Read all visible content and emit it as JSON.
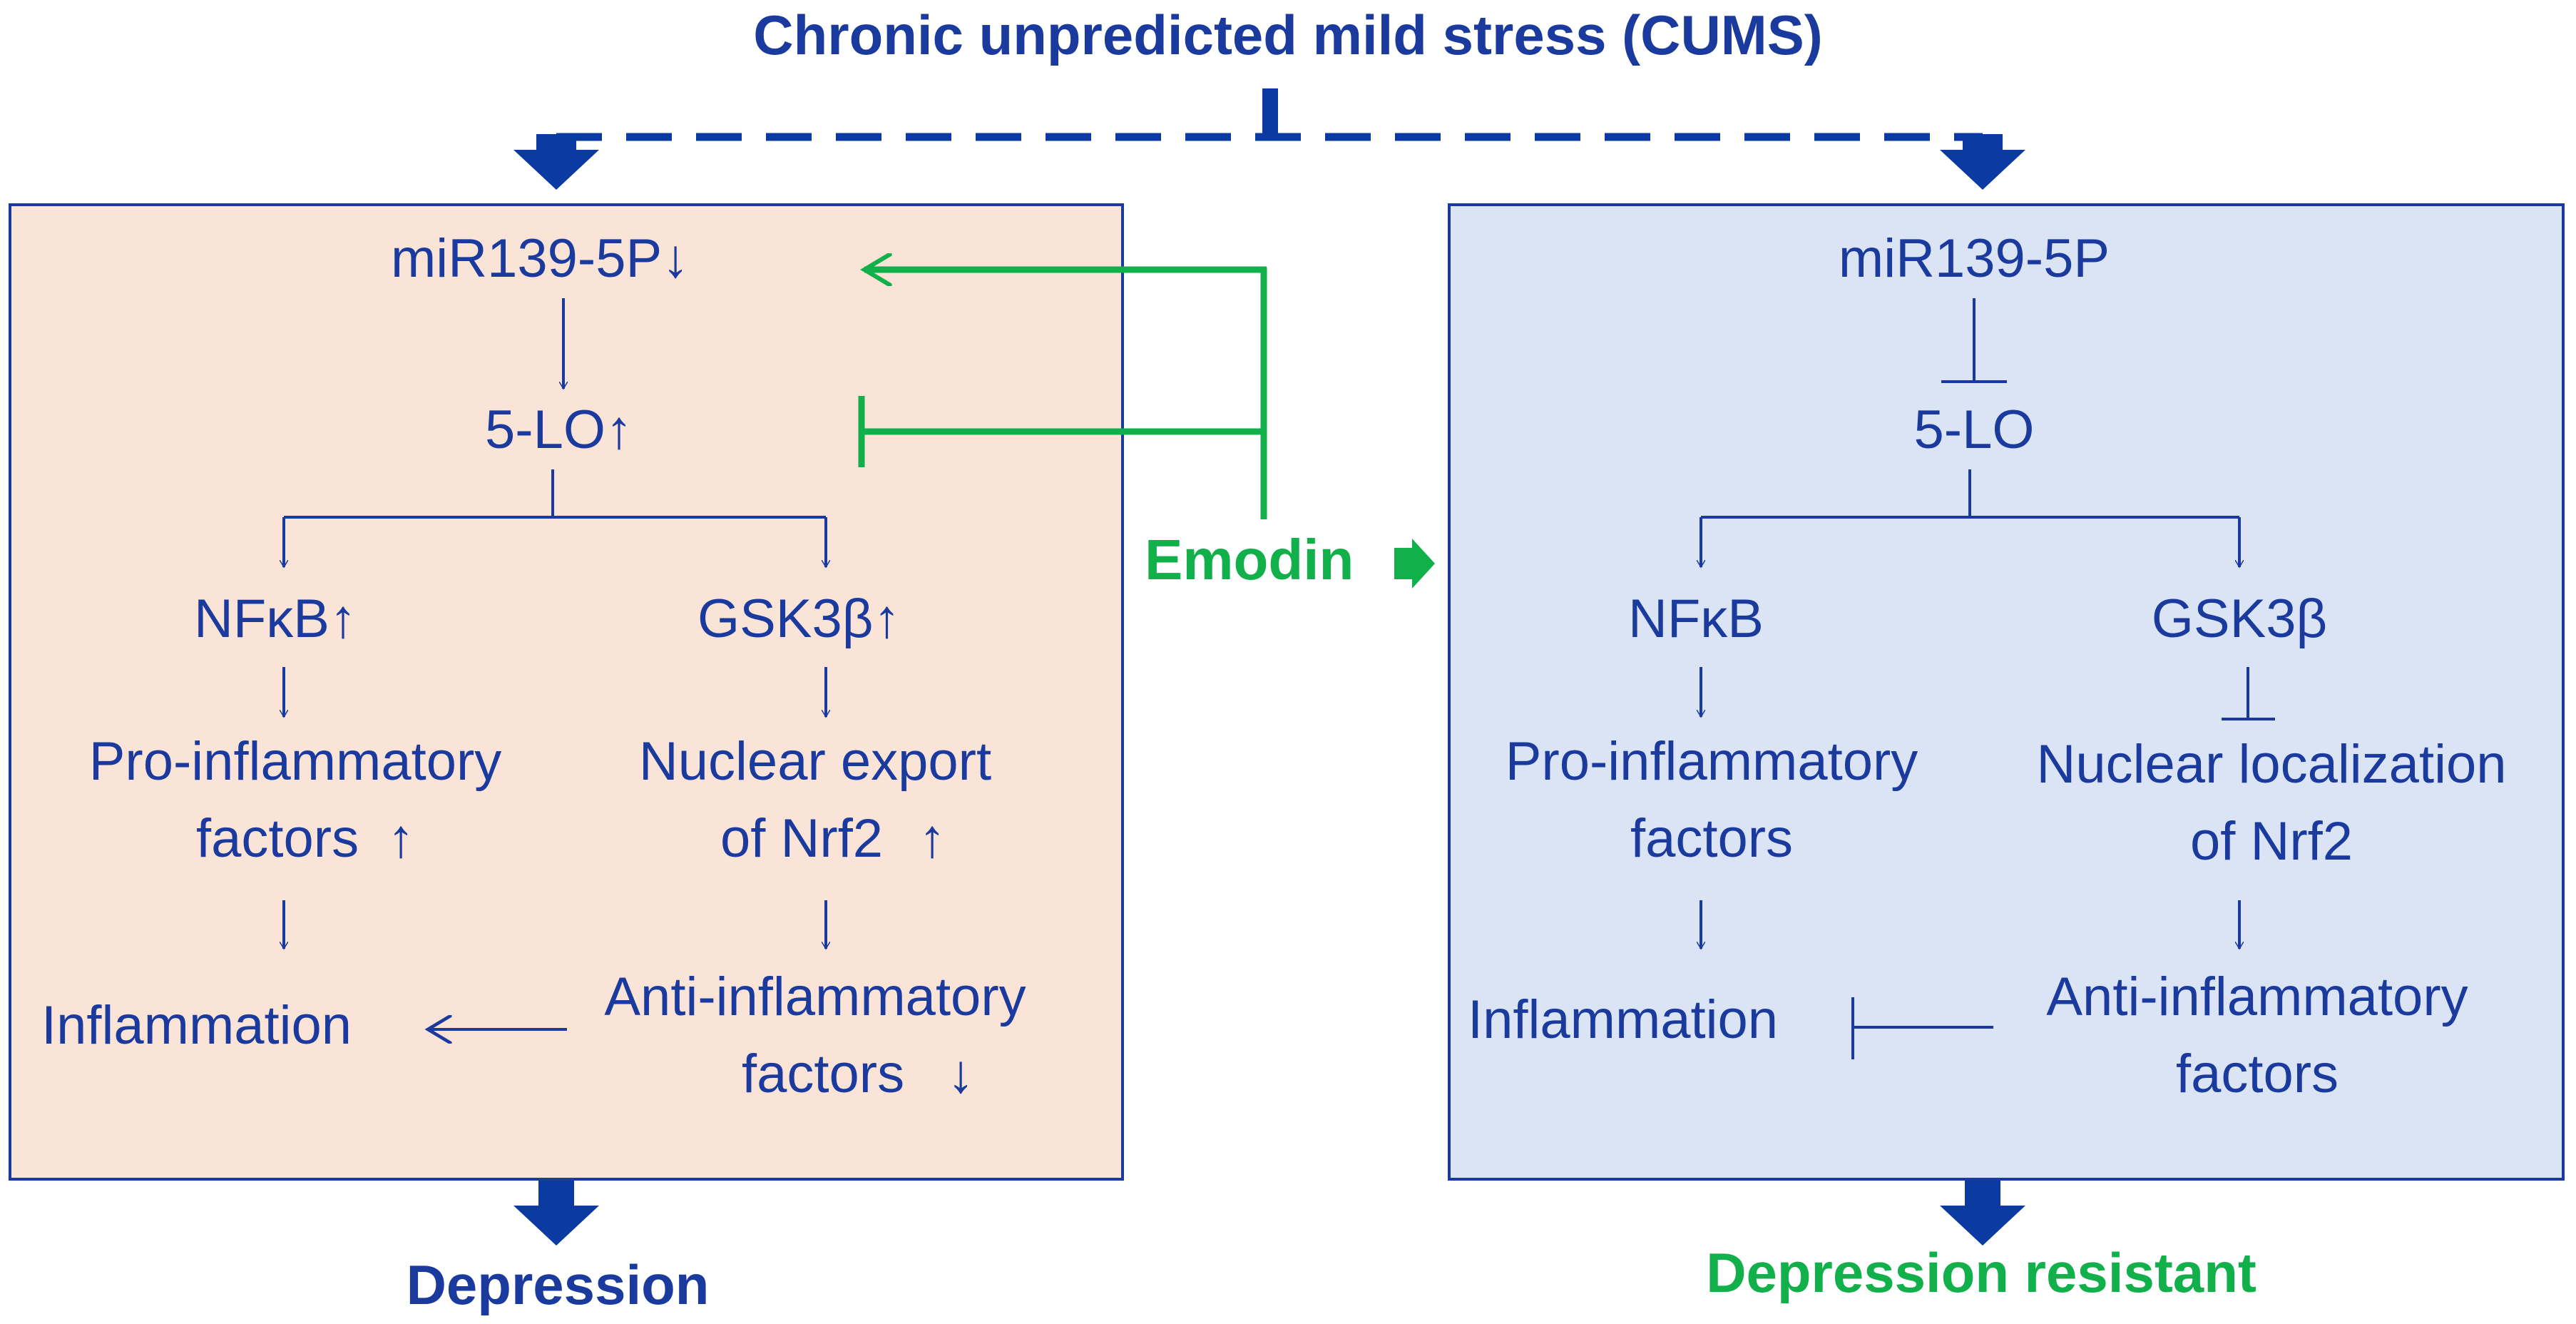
{
  "title": "Chronic unpredicted mild stress (CUMS)",
  "colors": {
    "blue": "#1a3a9e",
    "arrow_blue": "#0b3aa3",
    "green": "#12b04a",
    "left_panel_fill": "#fae4d8",
    "right_panel_fill": "#dbe4f5"
  },
  "left": {
    "mir": "miR139-5P",
    "mir_arrow": "↓",
    "lo": "5-LO",
    "lo_arrow": "↑",
    "nfkb": "NFκB",
    "nfkb_arrow": "↑",
    "gsk": "GSK3β",
    "gsk_arrow": "↑",
    "pro1": "Pro-inflammatory",
    "pro2": "factors",
    "pro_arrow": "↑",
    "nuc1": "Nuclear export",
    "nuc2": "of Nrf2",
    "nuc_arrow": "↑",
    "inflammation": "Inflammation",
    "anti1": "Anti-inflammatory",
    "anti2": "factors",
    "anti_arrow": "↓",
    "outcome": "Depression"
  },
  "right": {
    "mir": "miR139-5P",
    "lo": "5-LO",
    "nfkb": "NFκB",
    "gsk": "GSK3β",
    "pro1": "Pro-inflammatory",
    "pro2": "factors",
    "nuc1": "Nuclear localization",
    "nuc2": "of Nrf2",
    "inflammation": "Inflammation",
    "anti1": "Anti-inflammatory",
    "anti2": "factors",
    "outcome": "Depression resistant"
  },
  "emodin": "Emodin"
}
